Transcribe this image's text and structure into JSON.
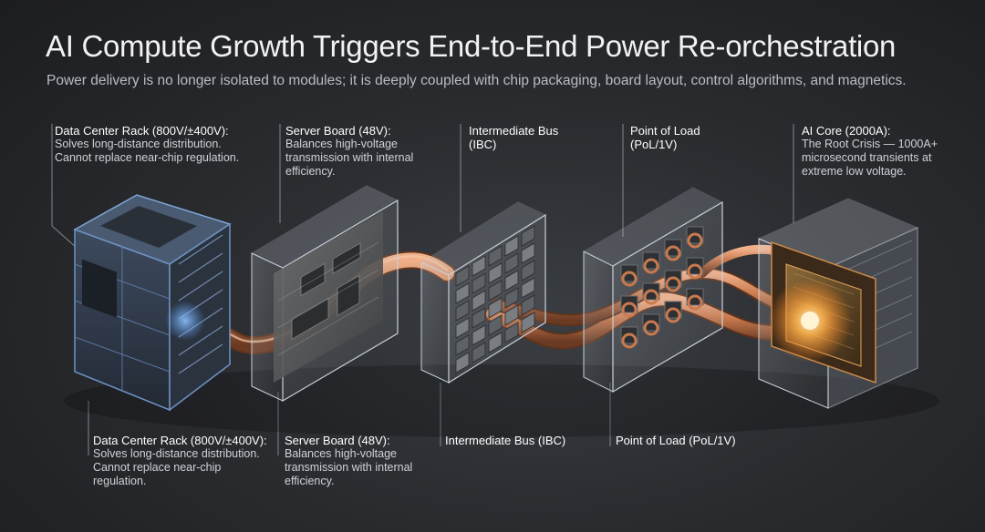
{
  "title": "AI Compute Growth Triggers End-to-End Power Re-orchestration",
  "subtitle": "Power delivery is no longer isolated to modules; it is deeply coupled with chip packaging, board layout, control algorithms, and magnetics.",
  "top_labels": [
    {
      "head": "Data Center Rack (800V/±400V):",
      "body": "Solves long-distance distribution.\nCannot replace near-chip regulation."
    },
    {
      "head": "Server Board (48V):",
      "body": "Balances high-voltage\ntransmission with internal\nefficiency."
    },
    {
      "head": "Intermediate Bus\n(IBC)",
      "body": ""
    },
    {
      "head": "Point of Load\n(PoL/1V)",
      "body": ""
    },
    {
      "head": "AI Core (2000A):",
      "body": "The Root Crisis — 1000A+\nmicrosecond transients at\nextreme low voltage."
    }
  ],
  "bottom_labels": [
    {
      "head": "Data Center Rack (800V/±400V):",
      "body": "Solves long-distance distribution.\nCannot replace near-chip\nregulation."
    },
    {
      "head": "Server Board (48V):",
      "body": "Balances high-voltage\ntransmission with internal\nefficiency."
    },
    {
      "head": "Intermediate Bus (IBC)",
      "body": ""
    },
    {
      "head": "Point of Load (PoL/1V)",
      "body": ""
    }
  ],
  "colors": {
    "copper": "#c97a4e",
    "glow_blue": "#5aa0ff",
    "glow_orange": "#ffb14a"
  }
}
